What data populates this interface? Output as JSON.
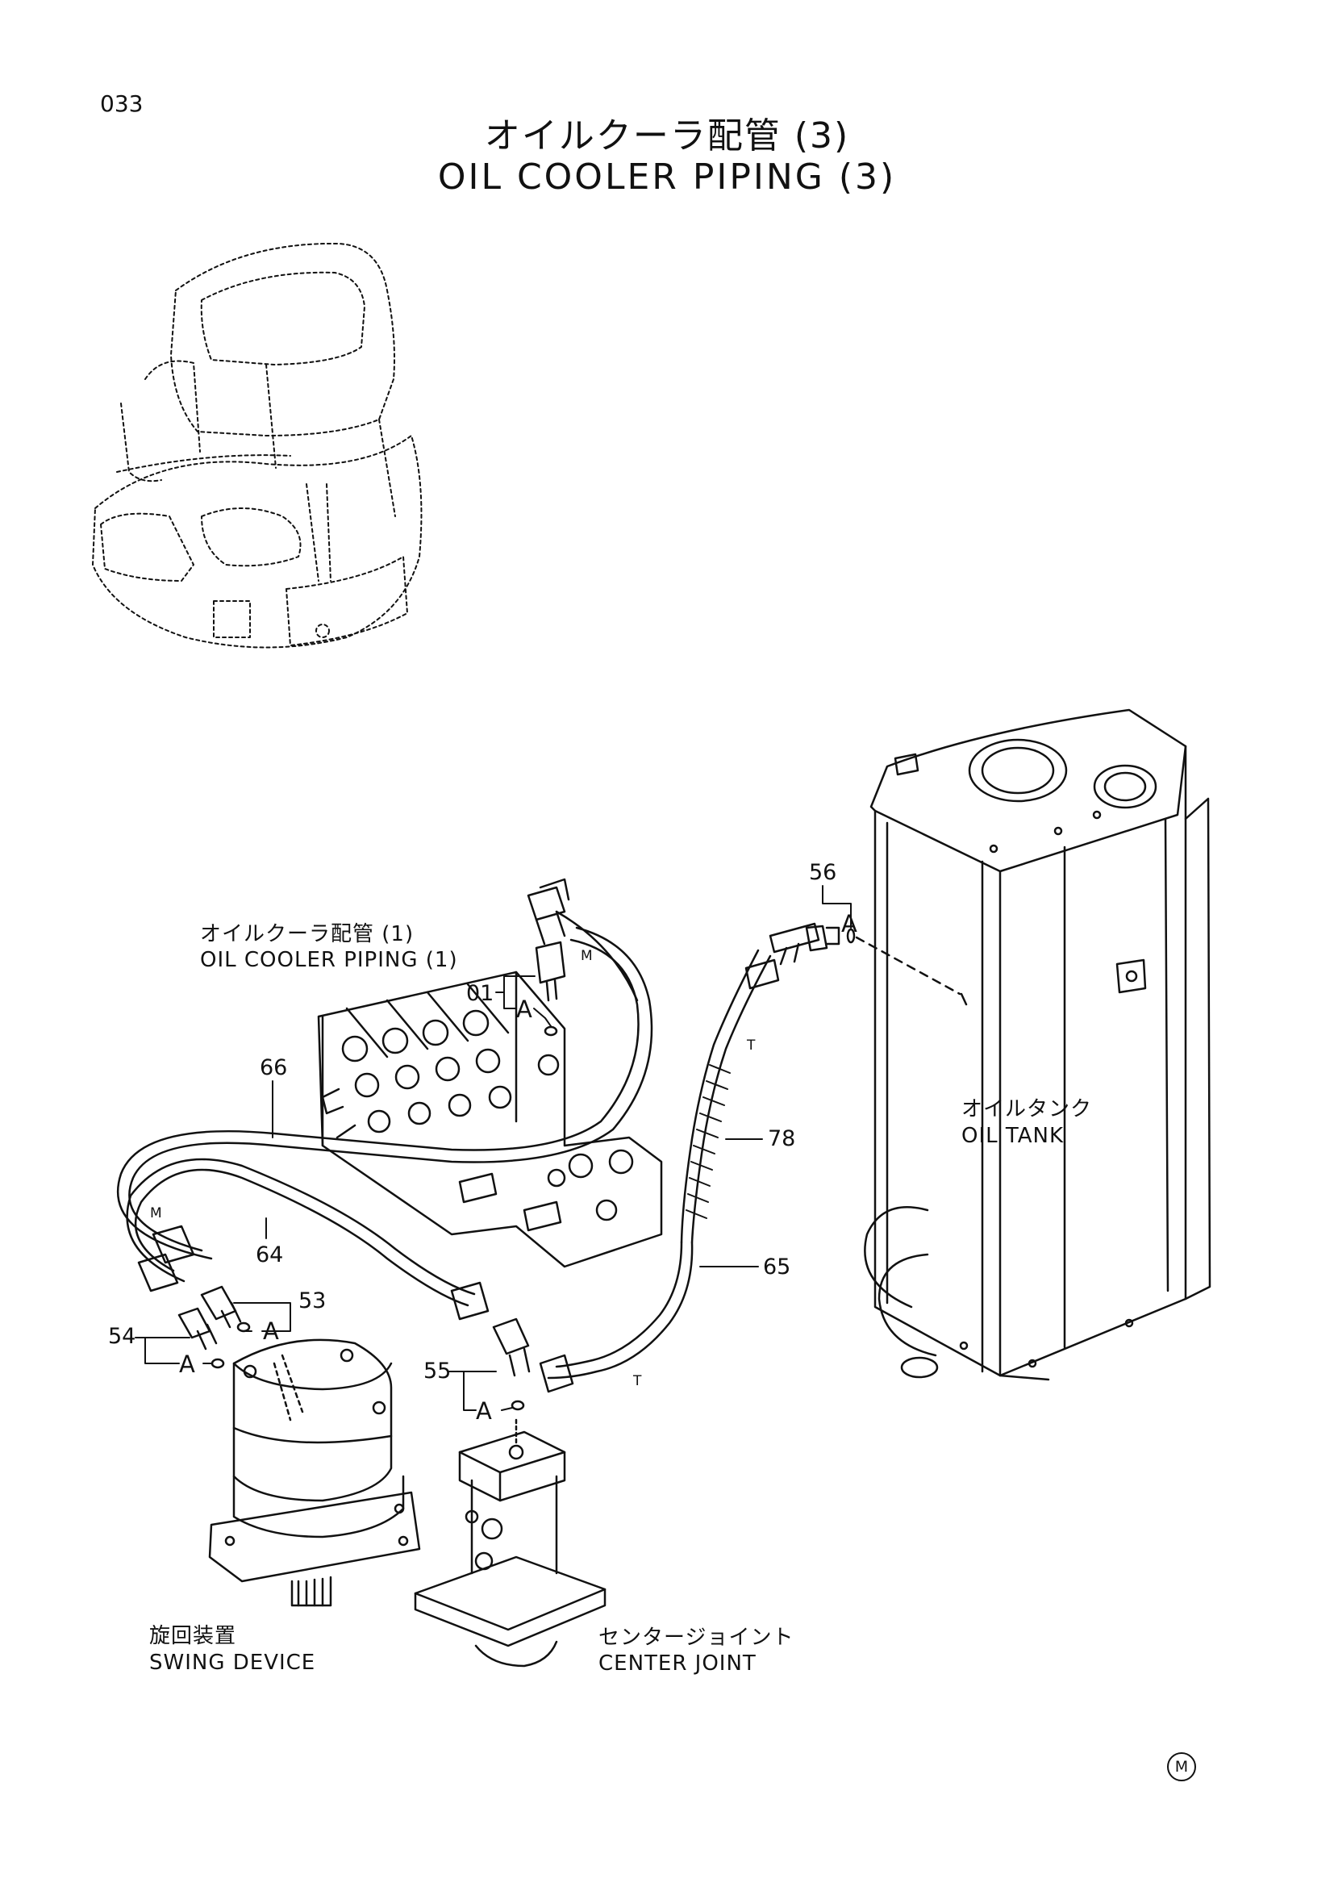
{
  "page_number": "033",
  "title": {
    "japanese": "オイルクーラ配管 (3)",
    "english": "OIL COOLER PIPING (3)"
  },
  "labels": {
    "oil_cooler_piping_1_jp": "オイルクーラ配管 (1)",
    "oil_cooler_piping_1_en": "OIL COOLER PIPING (1)",
    "oil_tank_jp": "オイルタンク",
    "oil_tank_en": "OIL TANK",
    "swing_device_jp": "旋回装置",
    "swing_device_en": "SWING DEVICE",
    "center_joint_jp": "センタージョイント",
    "center_joint_en": "CENTER JOINT"
  },
  "callouts": {
    "c01": "01",
    "c53": "53",
    "c54": "54",
    "c55": "55",
    "c56": "56",
    "c64": "64",
    "c65": "65",
    "c66": "66",
    "c78": "78",
    "a": "A"
  },
  "port_marks": {
    "m": "M",
    "t": "T"
  },
  "footer_mark": "M"
}
